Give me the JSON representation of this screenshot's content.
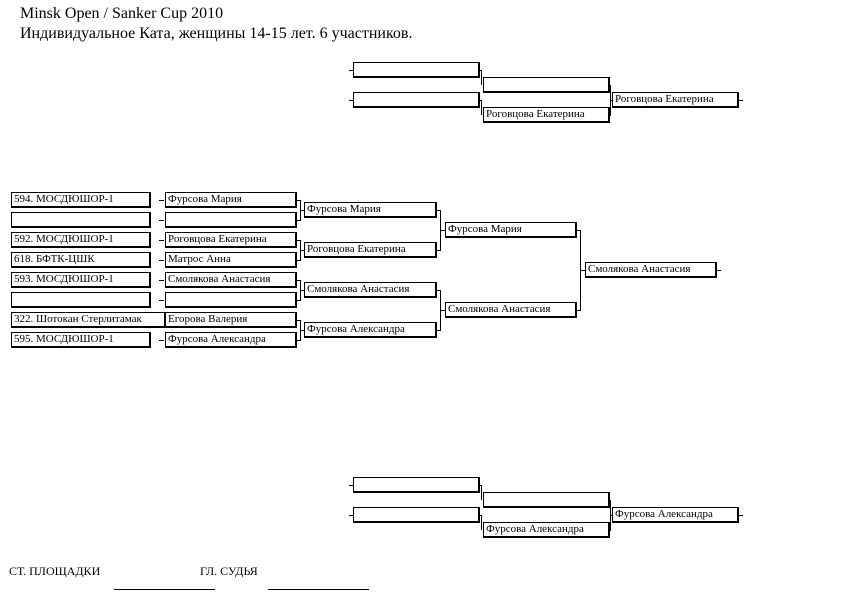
{
  "header": {
    "title": "Minsk Open / Sanker Cup 2010",
    "subtitle": "Индивидуальное Ката, женщины 14-15 лет. 6 участников."
  },
  "clubs": [
    "594. МОСДЮШОР-1",
    "",
    "592. МОСДЮШОР-1",
    "618. БФТК-ЦШК",
    "593. МОСДЮШОР-1",
    "",
    "322. Шотокан Стерлитамак",
    "595. МОСДЮШОР-1"
  ],
  "round1": [
    "Фурсова Мария",
    "",
    "Роговцова Екатерина",
    "Матрос Анна",
    "Смолякова Анастасия",
    "",
    "Егорова Валерия",
    "Фурсова Александра"
  ],
  "round2": [
    "Фурсова Мария",
    "Роговцова Екатерина",
    "Смолякова Анастасия",
    "Фурсова Александра"
  ],
  "semifinal": [
    "Фурсова Мария",
    "Смолякова Анастасия"
  ],
  "final": "Смолякова Анастасия",
  "repechage_top": {
    "slots": [
      "",
      ""
    ],
    "round": [
      "",
      "Роговцова Екатерина"
    ],
    "winner": "Роговцова Екатерина"
  },
  "repechage_bottom": {
    "slots": [
      "",
      ""
    ],
    "round": [
      "",
      "Фурсова Александра"
    ],
    "winner": "Фурсова Александра"
  },
  "footer": {
    "site_chief_label": "СТ. ПЛОЩАДКИ",
    "chief_judge_label": "ГЛ. СУДЬЯ"
  }
}
